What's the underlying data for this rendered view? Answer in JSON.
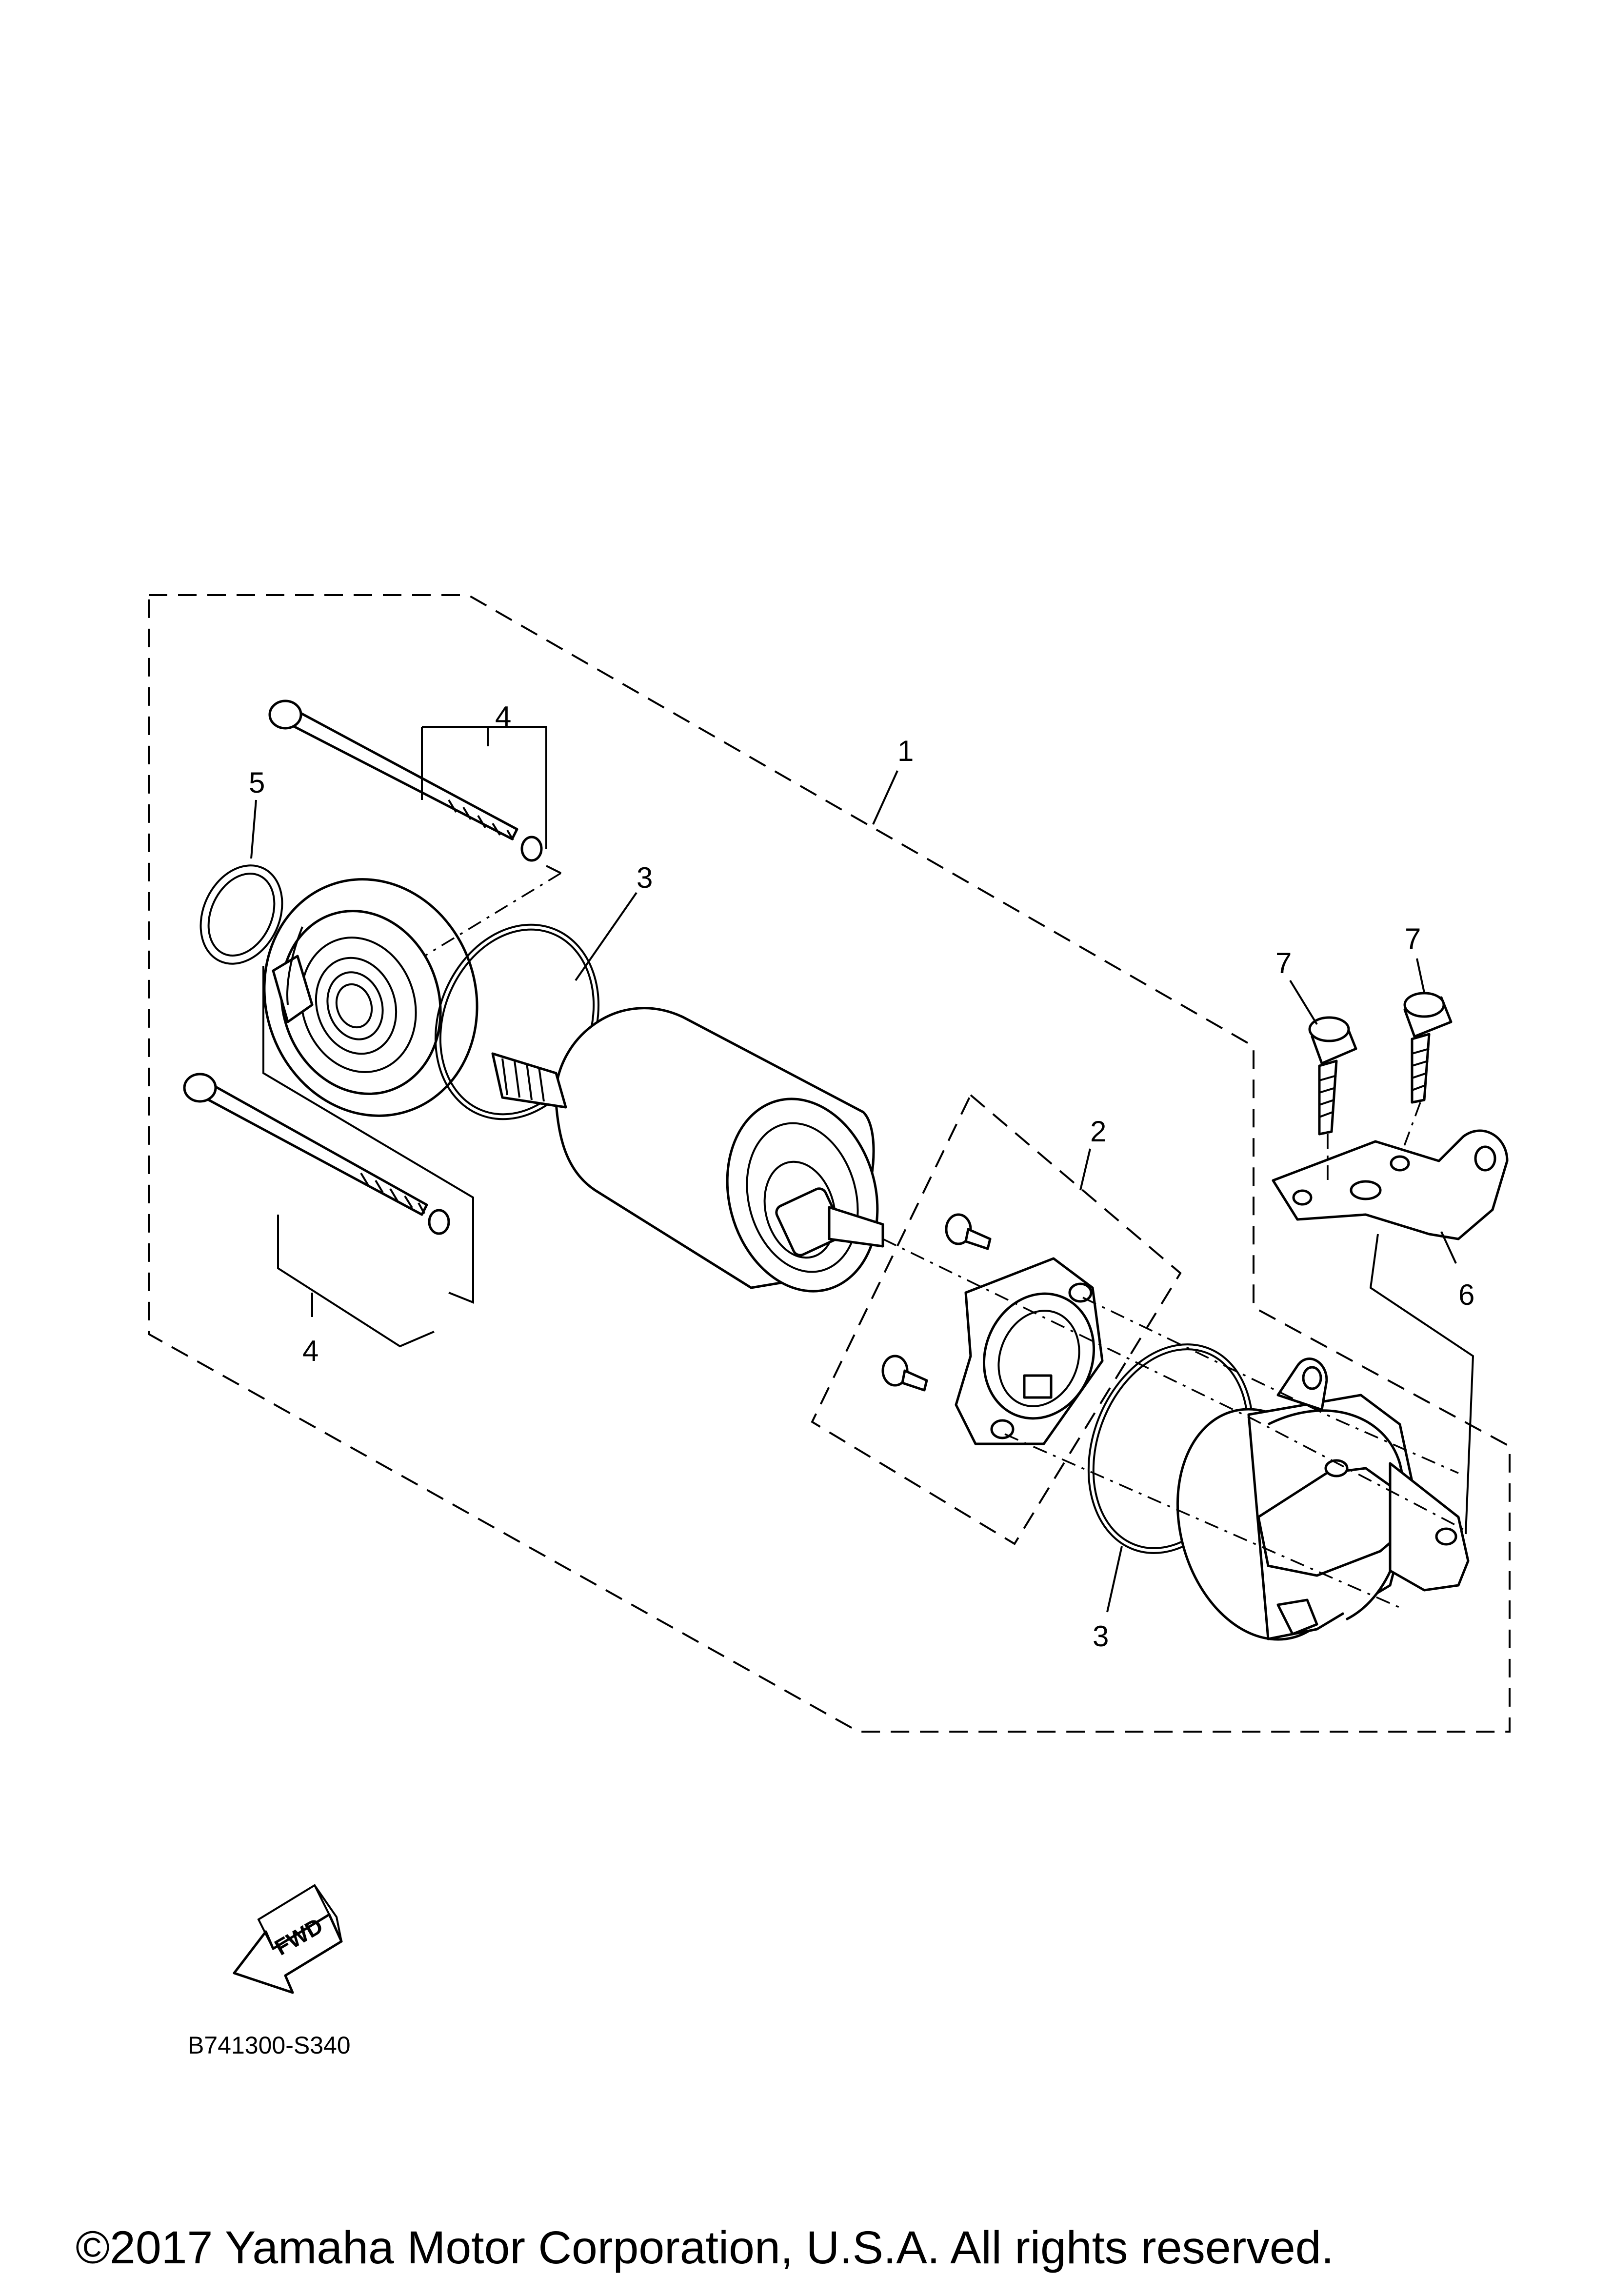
{
  "callouts": {
    "c1": "1",
    "c2": "2",
    "c3a": "3",
    "c3b": "3",
    "c4a": "4",
    "c4b": "4",
    "c5": "5",
    "c6": "6",
    "c7a": "7",
    "c7b": "7"
  },
  "direction_label": "FWD",
  "diagram_code": "B741300-S340",
  "copyright": "©2017 Yamaha Motor Corporation, U.S.A. All rights reserved."
}
